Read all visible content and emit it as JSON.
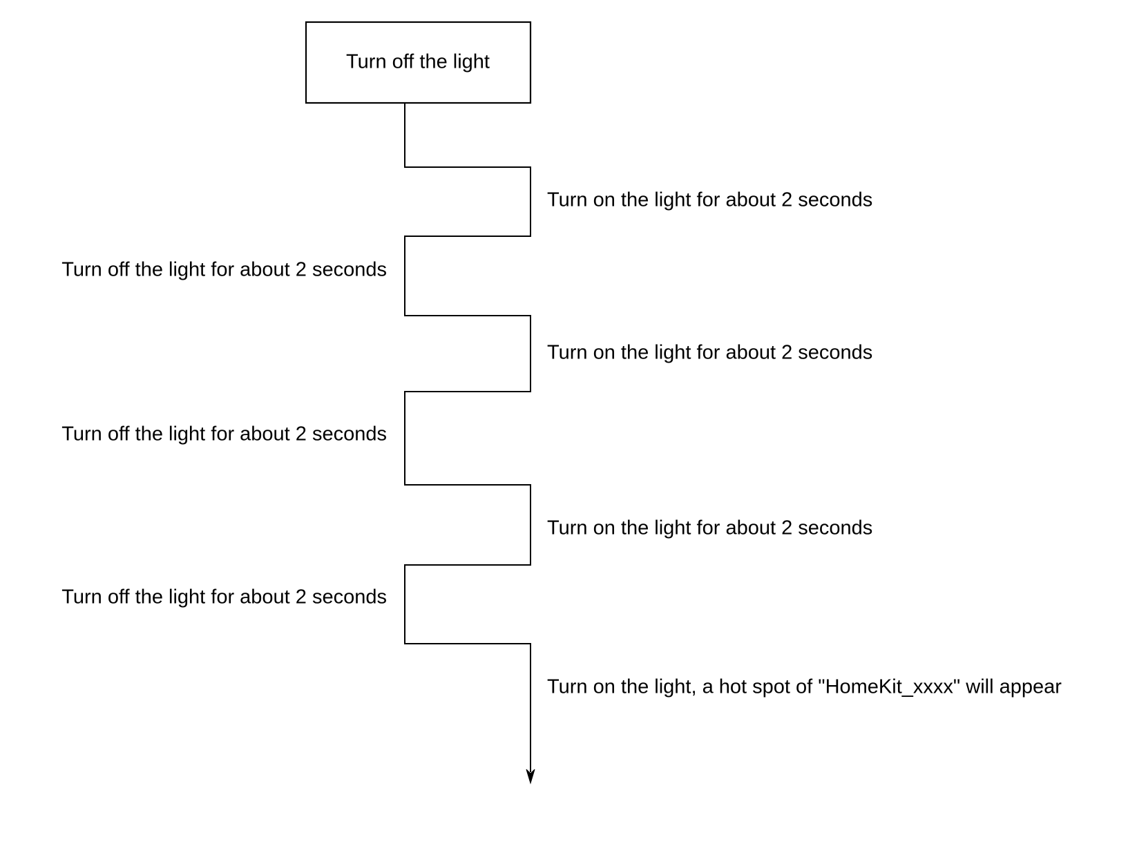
{
  "diagram": {
    "background_color": "#ffffff",
    "line_color": "#000000",
    "text_color": "#000000",
    "start_box": {
      "label": "Turn off the light"
    },
    "steps": [
      {
        "side": "right",
        "label": "Turn on the light for about 2 seconds"
      },
      {
        "side": "left",
        "label": "Turn off the light for about 2 seconds"
      },
      {
        "side": "right",
        "label": "Turn on the light for about 2 seconds"
      },
      {
        "side": "left",
        "label": "Turn off the light for about 2 seconds"
      },
      {
        "side": "right",
        "label": "Turn on the light for about 2 seconds"
      },
      {
        "side": "left",
        "label": "Turn off the light for about 2 seconds"
      },
      {
        "side": "right",
        "label": "Turn on the light, a hot spot of \"HomeKit_xxxx\" will appear"
      }
    ]
  }
}
